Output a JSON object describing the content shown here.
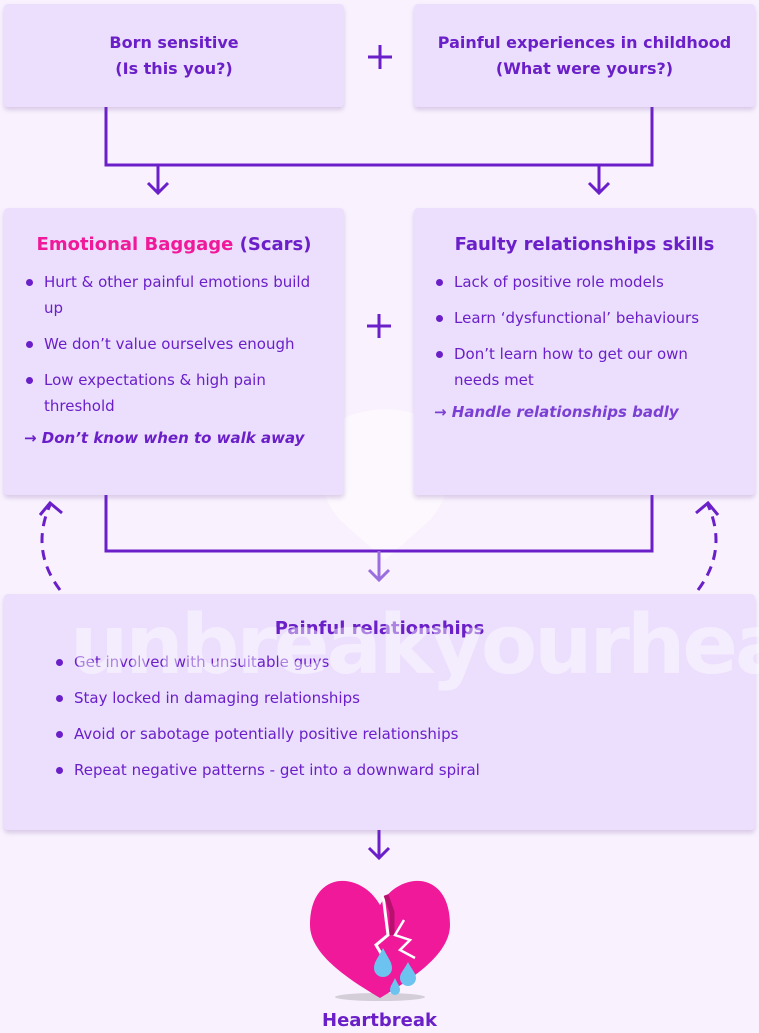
{
  "top_left": {
    "line1": "Born sensitive",
    "line2": "(Is this you?)"
  },
  "top_right": {
    "line1": "Painful experiences in childhood",
    "line2": "(What were yours?)"
  },
  "plus": "+",
  "baggage": {
    "title_main": "Emotional Baggage",
    "title_sub": " (Scars)",
    "items": [
      "Hurt & other painful emotions build up",
      "We don’t value ourselves enough",
      "Low expectations & high pain threshold"
    ],
    "conclusion": "→ Don’t know when to walk away"
  },
  "skills": {
    "title": "Faulty relationships skills",
    "items": [
      "Lack of positive role models",
      "Learn ‘dysfunctional’ behaviours",
      "Don’t learn how to get our own needs met"
    ],
    "conclusion": "→ Handle relationships badly"
  },
  "painful": {
    "title": "Painful relationships",
    "items": [
      "Get involved with unsuitable guys",
      "Stay locked in damaging relationships",
      "Avoid or sabotage potentially positive relationships",
      "Repeat negative patterns - get into a downward spiral"
    ]
  },
  "watermark": "unbreakyourheart",
  "result": "Heartbreak",
  "colors": {
    "purple": "#6a1fc9",
    "pink": "#f0199a",
    "box": "#ecdffd",
    "background": "#f9f2fe",
    "tear": "#6cc3f0"
  }
}
